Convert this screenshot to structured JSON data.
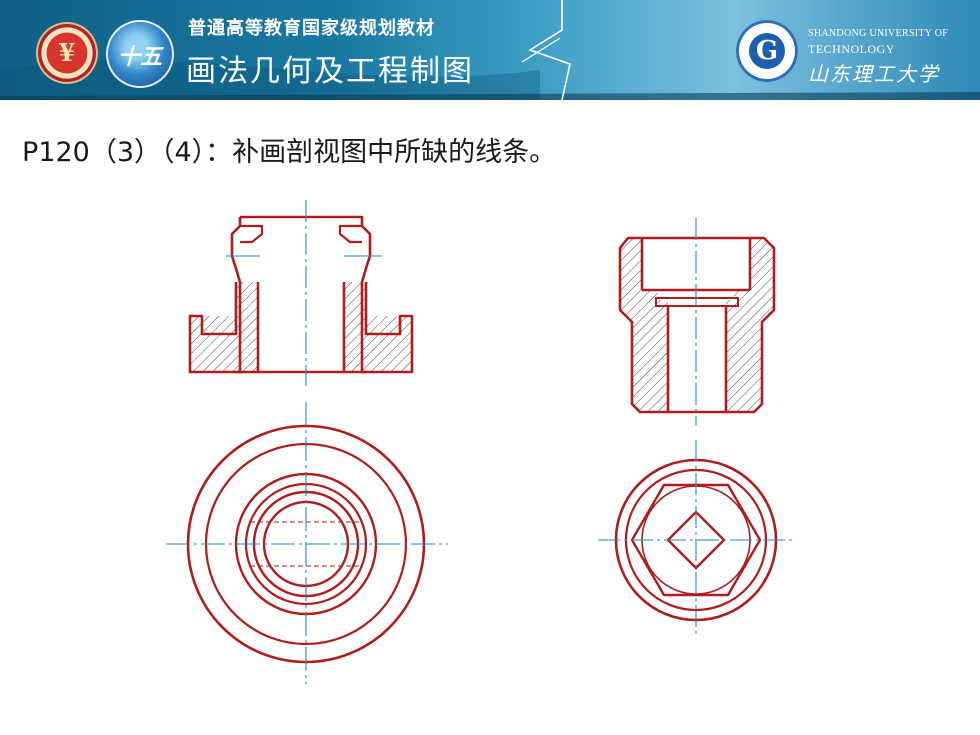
{
  "header": {
    "subtitle": "普通高等教育国家级规划教材",
    "title": "画法几何及工程制图",
    "university_en_line1": "SHANDONG UNIVERSITY OF",
    "university_en_line2": "TECHNOLOGY",
    "university_cn": "山东理工大学",
    "logo_left_glyph": "¥",
    "logo_middle_glyph": "十五",
    "logo_right_glyph": "G"
  },
  "problem_text": "P120（3）（4）：补画剖视图中所缺的线条。",
  "drawing": {
    "outline_color": "#b01c1c",
    "centerline_color": "#1f8ac0",
    "hatch_color": "#333333"
  }
}
